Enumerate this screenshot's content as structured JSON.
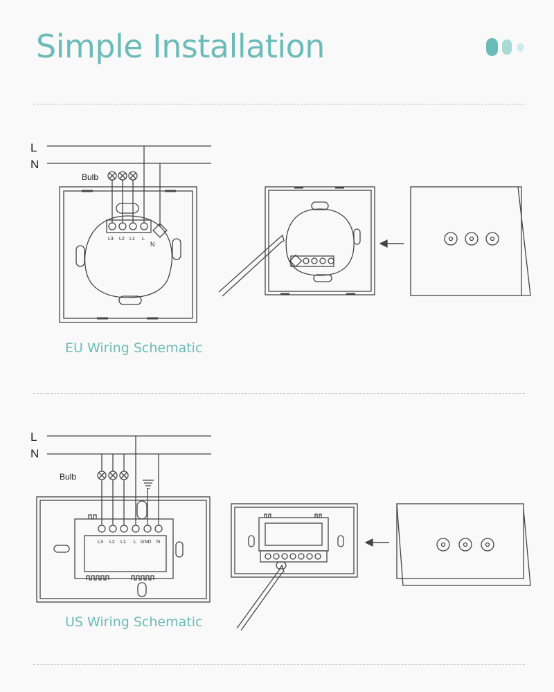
{
  "page": {
    "title": "Simple Installation",
    "accent_color": "#6bbcb8",
    "line_color": "#444444"
  },
  "eu": {
    "caption": "EU Wiring Schematic",
    "line_L": "L",
    "line_N": "N",
    "bulb_label": "Bulb",
    "terminals": [
      "L3",
      "L2",
      "L1",
      "L"
    ],
    "neutral_label": "N"
  },
  "us": {
    "caption": "US Wiring Schematic",
    "line_L": "L",
    "line_N": "N",
    "bulb_label": "Bulb",
    "terminals": [
      "L3",
      "L2",
      "L1",
      "L",
      "GND",
      "N"
    ]
  },
  "icons": [
    "page-indicator-icon",
    "bulb-icon",
    "ground-icon",
    "screwdriver-icon",
    "arrow-left-icon",
    "touch-button-icon"
  ]
}
